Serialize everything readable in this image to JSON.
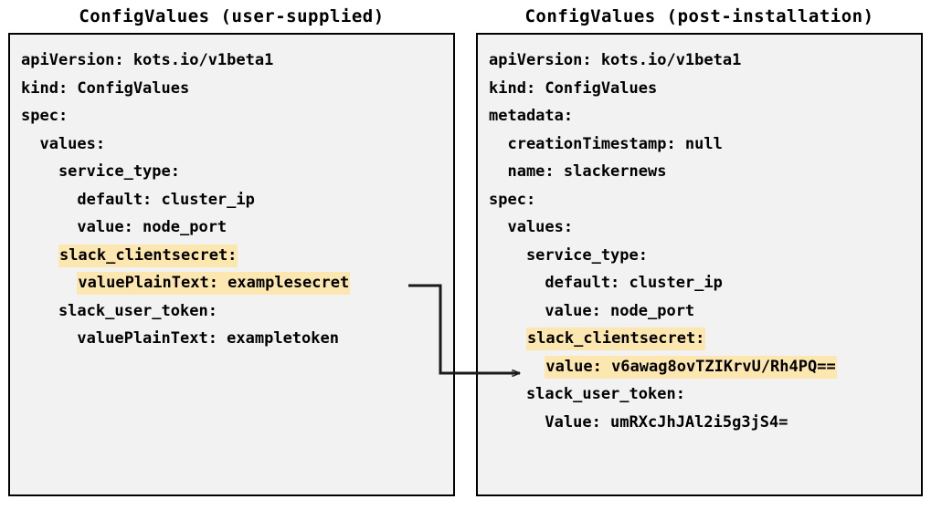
{
  "panels": [
    {
      "id": "user-supplied",
      "title": "ConfigValues (user-supplied)",
      "lines": [
        {
          "indent": 0,
          "text": "apiVersion: kots.io/v1beta1",
          "highlight": false
        },
        {
          "indent": 0,
          "text": "kind: ConfigValues",
          "highlight": false
        },
        {
          "indent": 0,
          "text": "spec:",
          "highlight": false
        },
        {
          "indent": 1,
          "text": "values:",
          "highlight": false
        },
        {
          "indent": 2,
          "text": "service_type:",
          "highlight": false
        },
        {
          "indent": 3,
          "text": "default: cluster_ip",
          "highlight": false
        },
        {
          "indent": 3,
          "text": "value: node_port",
          "highlight": false
        },
        {
          "indent": 2,
          "text": "slack_clientsecret:",
          "highlight": true
        },
        {
          "indent": 3,
          "text": "valuePlainText: examplesecret",
          "highlight": true
        },
        {
          "indent": 2,
          "text": "slack_user_token:",
          "highlight": false
        },
        {
          "indent": 3,
          "text": "valuePlainText: exampletoken",
          "highlight": false
        }
      ]
    },
    {
      "id": "post-installation",
      "title": "ConfigValues (post-installation)",
      "lines": [
        {
          "indent": 0,
          "text": "apiVersion: kots.io/v1beta1",
          "highlight": false
        },
        {
          "indent": 0,
          "text": "kind: ConfigValues",
          "highlight": false
        },
        {
          "indent": 0,
          "text": "metadata:",
          "highlight": false
        },
        {
          "indent": 1,
          "text": "creationTimestamp: null",
          "highlight": false
        },
        {
          "indent": 1,
          "text": "name: slackernews",
          "highlight": false
        },
        {
          "indent": 0,
          "text": "spec:",
          "highlight": false
        },
        {
          "indent": 1,
          "text": "values:",
          "highlight": false
        },
        {
          "indent": 2,
          "text": "service_type:",
          "highlight": false
        },
        {
          "indent": 3,
          "text": "default: cluster_ip",
          "highlight": false
        },
        {
          "indent": 3,
          "text": "value: node_port",
          "highlight": false
        },
        {
          "indent": 2,
          "text": "slack_clientsecret:",
          "highlight": true
        },
        {
          "indent": 3,
          "text": "value: v6awag8ovTZIKrvU/Rh4PQ==",
          "highlight": true
        },
        {
          "indent": 2,
          "text": "slack_user_token:",
          "highlight": false
        },
        {
          "indent": 3,
          "text": "Value: umRXcJhJAl2i5g3jS4=",
          "highlight": false
        }
      ]
    }
  ],
  "connector": {
    "label": "",
    "from": "valuePlainText: examplesecret",
    "to": "value: v6awag8ovTZIKrvU/Rh4PQ=="
  },
  "colors": {
    "highlight": "#fde7b0",
    "box_background": "#f2f2f2",
    "box_border": "#000000",
    "text": "#000000",
    "page_background": "#ffffff",
    "connector": "#1a1a1a"
  }
}
